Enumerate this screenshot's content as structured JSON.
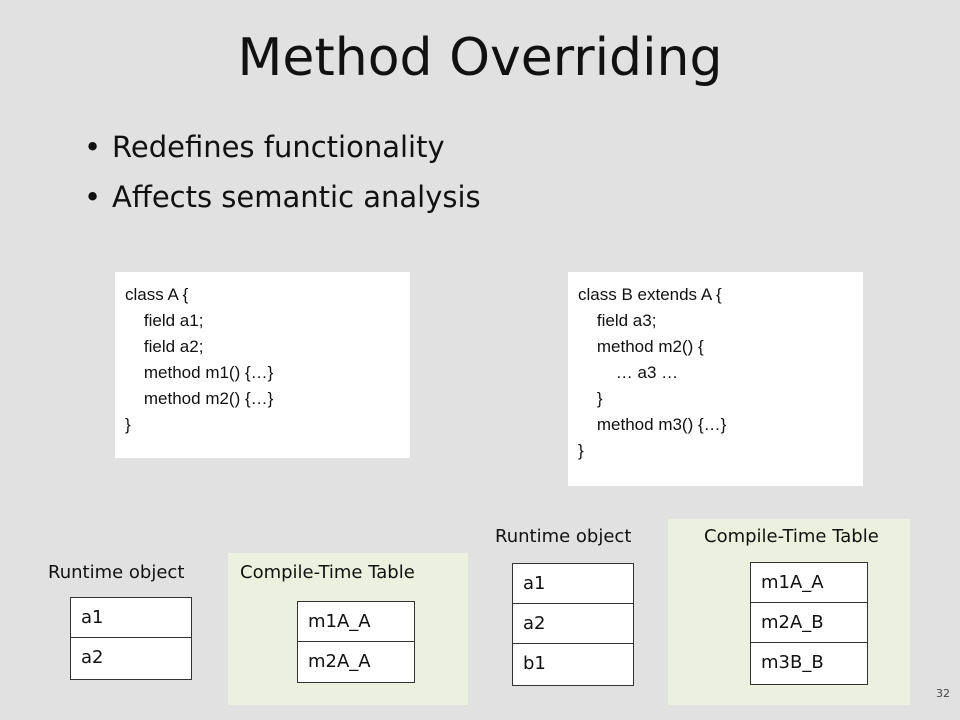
{
  "slide": {
    "title": "Method Overriding",
    "bullets": [
      "Redefines functionality",
      "Affects semantic analysis"
    ],
    "bullet_glyph": "•",
    "page_number": "32"
  },
  "code_a": "class A {\n    field a1;\n    field a2;\n    method m1() {…}\n    method m2() {…}\n}",
  "code_b": "class B extends A {\n    field a3;\n    method m2() {\n        … a3 …\n    }\n    method m3() {…}\n}",
  "left_diagram": {
    "runtime_label": "Runtime object",
    "runtime_cells": [
      "a1",
      "a2"
    ],
    "table_label": "Compile-Time Table",
    "table_cells": [
      "m1A_A",
      "m2A_A"
    ]
  },
  "right_diagram": {
    "runtime_label": "Runtime object",
    "runtime_cells": [
      "a1",
      "a2",
      "b1"
    ],
    "table_label": "Compile-Time Table",
    "table_cells": [
      "m1A_A",
      "m2A_B",
      "m3B_B"
    ]
  },
  "colors": {
    "background": "#e1e1e1",
    "panel": "#ebf1de",
    "code_box": "#ffffff"
  }
}
